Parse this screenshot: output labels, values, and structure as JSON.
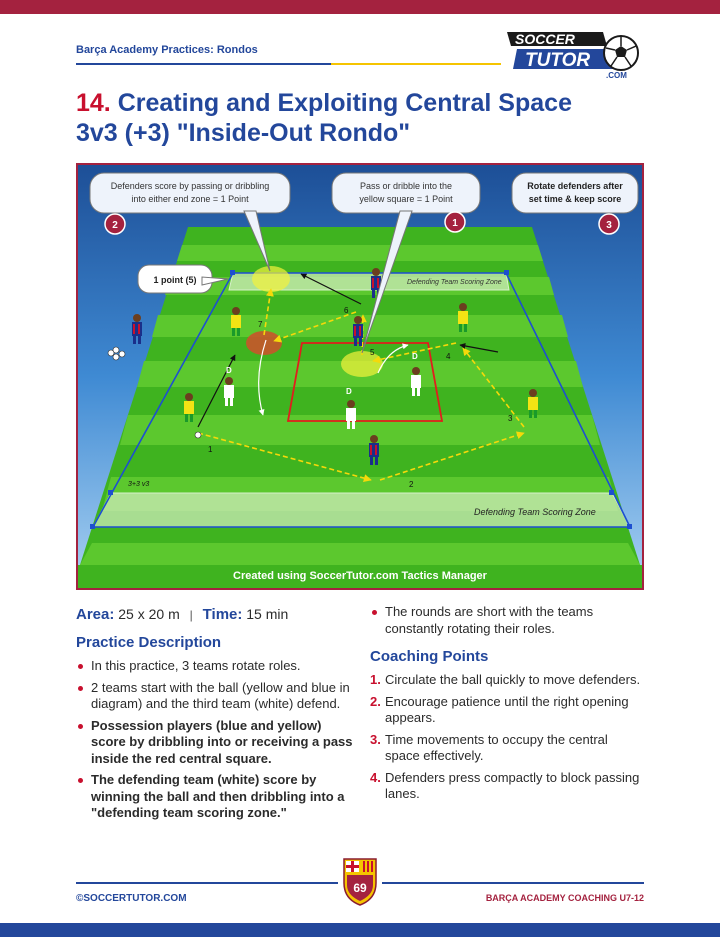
{
  "header": {
    "section_title": "Barça Academy Practices: Rondos"
  },
  "logo": {
    "line1": "SOCCER",
    "line2": "TUTOR",
    "suffix": ".COM"
  },
  "title": {
    "number": "14.",
    "line1": "Creating and Exploiting Central Space",
    "line2": "3v3 (+3) \"Inside-Out Rondo\""
  },
  "diagram": {
    "callout_1": {
      "line1": "Pass or dribble into the",
      "line2": "yellow square = 1 Point",
      "number": "1"
    },
    "callout_2": {
      "line1": "Defenders score by passing or dribbling",
      "line2": "into either end zone = 1 Point",
      "number": "2"
    },
    "callout_3": {
      "line1": "Rotate defenders after",
      "line2": "set time & keep score",
      "number": "3"
    },
    "point_bubble": "1 point (5)",
    "zone_top": "Defending Team Scoring Zone",
    "zone_bottom": "Defending Team Scoring Zone",
    "area_label": "3+3 v3",
    "credit": "Created using SoccerTutor.com Tactics Manager",
    "pass_numbers": [
      "1",
      "2",
      "3",
      "4",
      "5",
      "6",
      "7"
    ],
    "defender_marks": [
      "D",
      "D",
      "D"
    ]
  },
  "info": {
    "area_label": "Area:",
    "area_value": "25 x 20 m",
    "time_label": "Time:",
    "time_value": "15 min"
  },
  "practice": {
    "heading": "Practice Description",
    "items": [
      "In this practice, 3 teams rotate roles.",
      "2 teams start with the ball (yellow and blue in diagram) and the third team (white) defend.",
      "Possession players (blue and yellow) score by dribbling into or receiving a pass inside the red central square.",
      "The defending team (white) score by winning the ball and then dribbling into a \"defending team scoring zone.\""
    ]
  },
  "right_col": {
    "extra_item": "The rounds are short with the teams constantly rotating their roles.",
    "coaching_heading": "Coaching Points",
    "points": [
      {
        "n": "1.",
        "text": "Circulate the ball quickly to move defenders."
      },
      {
        "n": "2.",
        "text": "Encourage patience until the right opening appears."
      },
      {
        "n": "3.",
        "text": "Time movements to occupy the central space effectively."
      },
      {
        "n": "4.",
        "text": "Defenders press compactly to block passing lanes."
      }
    ]
  },
  "footer": {
    "left": "©SOCCERTUTOR.COM",
    "right": "BARÇA ACADEMY COACHING U7-12",
    "page_number": "69"
  },
  "colors": {
    "navy": "#23479b",
    "maroon": "#a4223f",
    "red": "#c8102e",
    "yellow": "#f5c400",
    "pitch": "#3fb31f"
  }
}
